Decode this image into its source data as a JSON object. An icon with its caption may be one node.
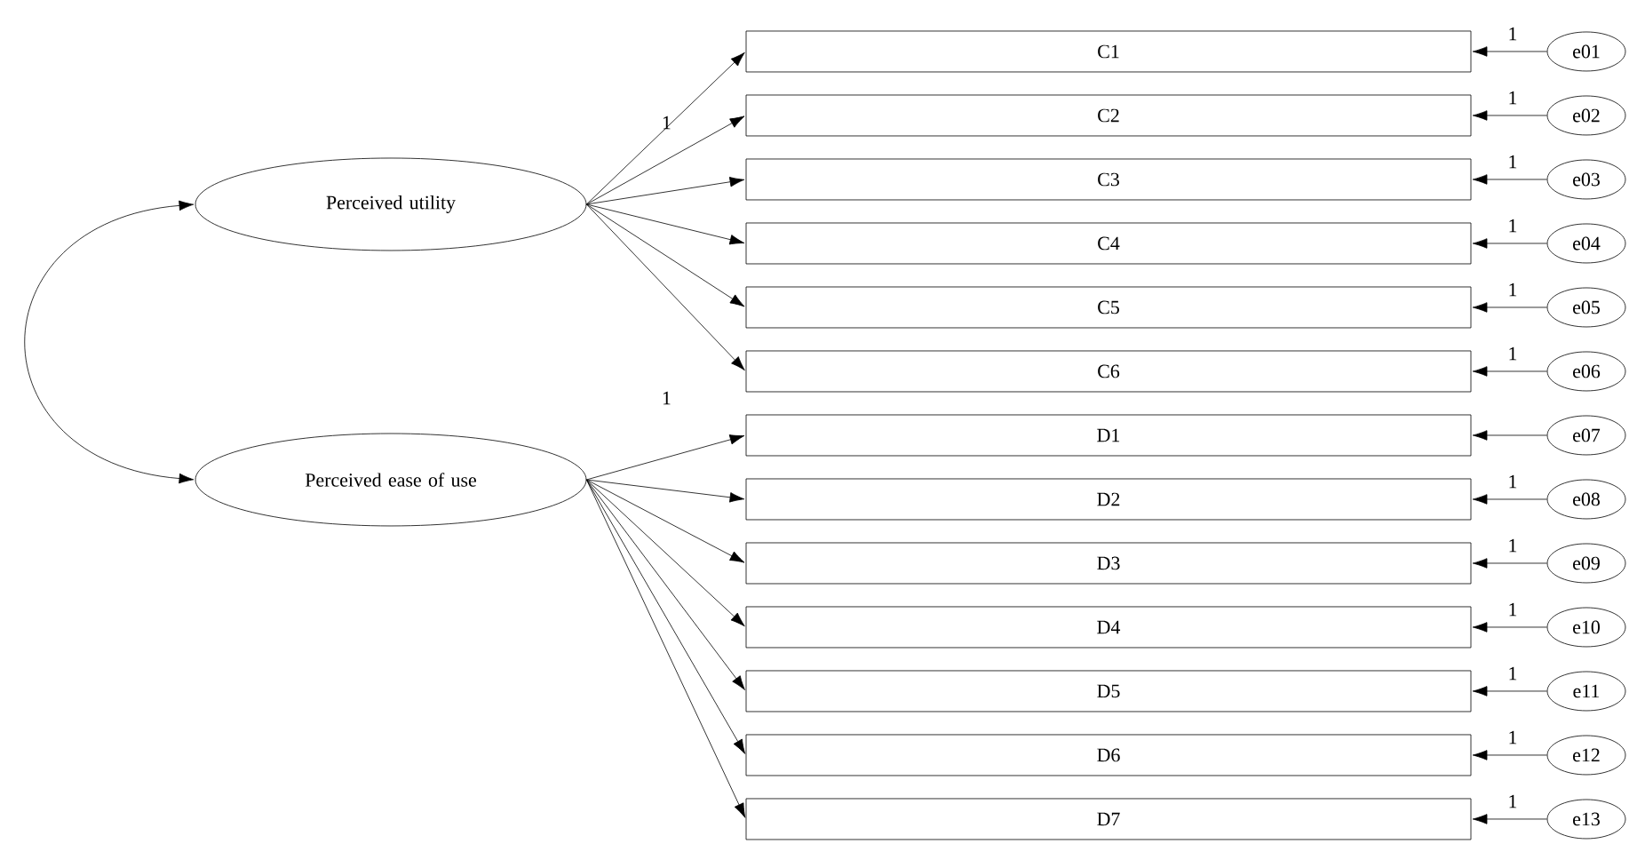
{
  "diagram": {
    "nodes": [
      {
        "text": [
          "Perceived utility"
        ]
      },
      {
        "text": [
          "Perceived ease of use"
        ]
      },
      {
        "text": [
          "C1"
        ]
      },
      {
        "text": [
          "C2"
        ]
      },
      {
        "text": [
          "C3"
        ]
      },
      {
        "text": [
          "C4"
        ]
      },
      {
        "text": [
          "C5"
        ]
      },
      {
        "text": [
          "C6"
        ]
      },
      {
        "text": [
          "D1"
        ]
      },
      {
        "text": [
          "D2"
        ]
      },
      {
        "text": [
          "D3"
        ]
      },
      {
        "text": [
          "D4"
        ]
      },
      {
        "text": [
          "D5"
        ]
      },
      {
        "text": [
          "D6"
        ]
      },
      {
        "text": [
          "D7"
        ]
      },
      {
        "text": [
          "e01"
        ]
      },
      {
        "text": [
          "e02"
        ]
      },
      {
        "text": [
          "e03"
        ]
      },
      {
        "text": [
          "e04"
        ]
      },
      {
        "text": [
          "e05"
        ]
      },
      {
        "text": [
          "e06"
        ]
      },
      {
        "text": [
          "e07"
        ]
      },
      {
        "text": [
          "e08"
        ]
      },
      {
        "text": [
          "e09"
        ]
      },
      {
        "text": [
          "e10"
        ]
      },
      {
        "text": [
          "e11"
        ]
      },
      {
        "text": [
          "e12"
        ]
      },
      {
        "text": [
          "e13"
        ]
      }
    ],
    "edges": [
      {
        "from": 0,
        "to": 1,
        "arrow": "both"
      },
      {
        "from": 0,
        "to": 2,
        "arrow": "to",
        "label": "1"
      },
      {
        "from": 0,
        "to": 3,
        "arrow": "to"
      },
      {
        "from": 0,
        "to": 4,
        "arrow": "to"
      },
      {
        "from": 0,
        "to": 5,
        "arrow": "to"
      },
      {
        "from": 0,
        "to": 6,
        "arrow": "to"
      },
      {
        "from": 0,
        "to": 7,
        "arrow": "to"
      },
      {
        "from": 1,
        "to": 8,
        "arrow": "to",
        "label": "1"
      },
      {
        "from": 1,
        "to": 9,
        "arrow": "to"
      },
      {
        "from": 1,
        "to": 10,
        "arrow": "to"
      },
      {
        "from": 1,
        "to": 11,
        "arrow": "to"
      },
      {
        "from": 1,
        "to": 12,
        "arrow": "to"
      },
      {
        "from": 1,
        "to": 13,
        "arrow": "to"
      },
      {
        "from": 1,
        "to": 14,
        "arrow": "to"
      },
      {
        "from": 15,
        "to": 2,
        "arrow": "to",
        "label": "1"
      },
      {
        "from": 16,
        "to": 3,
        "arrow": "to",
        "label": "1"
      },
      {
        "from": 17,
        "to": 4,
        "arrow": "to",
        "label": "1"
      },
      {
        "from": 18,
        "to": 5,
        "arrow": "to",
        "label": "1"
      },
      {
        "from": 19,
        "to": 6,
        "arrow": "to",
        "label": "1"
      },
      {
        "from": 20,
        "to": 7,
        "arrow": "to",
        "label": "1"
      },
      {
        "from": 21,
        "to": 8,
        "arrow": "to"
      },
      {
        "from": 22,
        "to": 9,
        "arrow": "to",
        "label": "1"
      },
      {
        "from": 23,
        "to": 10,
        "arrow": "to",
        "label": "1"
      },
      {
        "from": 24,
        "to": 11,
        "arrow": "to",
        "label": "1"
      },
      {
        "from": 25,
        "to": 12,
        "arrow": "to",
        "label": "1"
      },
      {
        "from": 26,
        "to": 13,
        "arrow": "to",
        "label": "1"
      },
      {
        "from": 27,
        "to": 14,
        "arrow": "to",
        "label": "1"
      }
    ]
  }
}
